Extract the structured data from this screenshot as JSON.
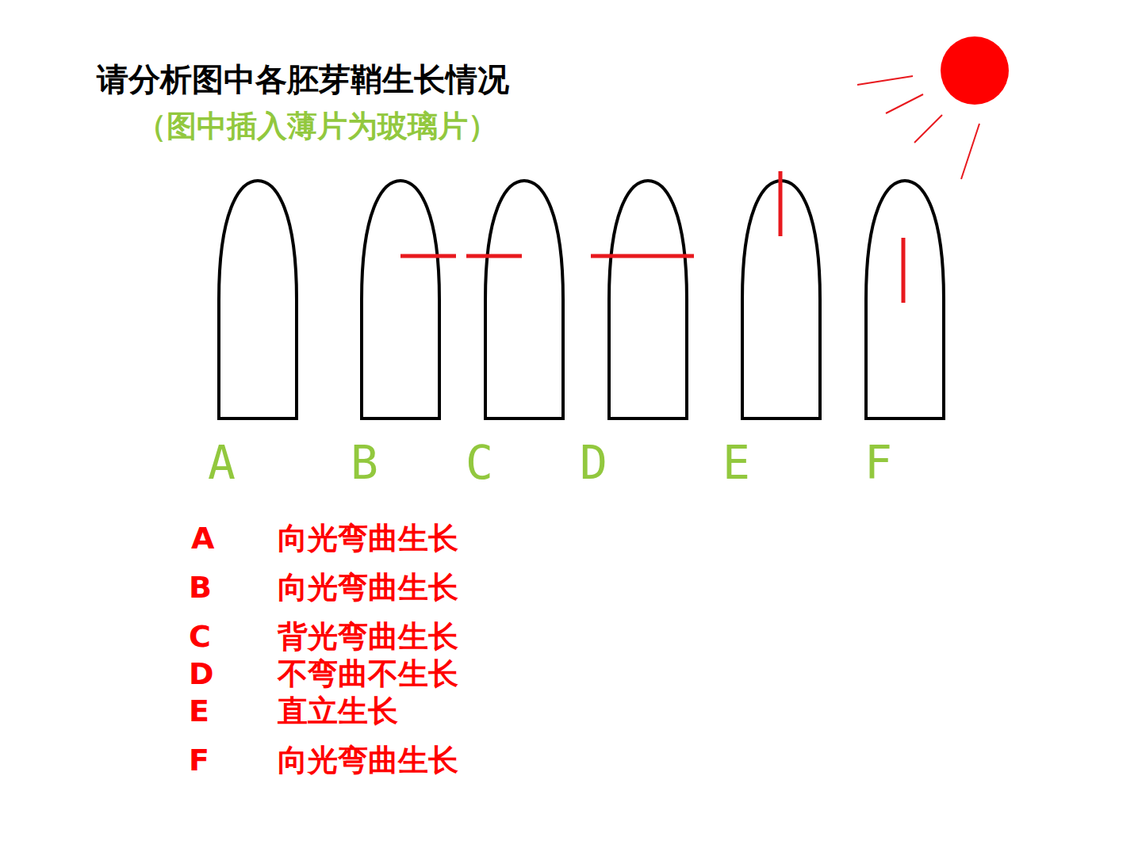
{
  "diagram": {
    "title": "请分析图中各胚芽鞘生长情况",
    "labels": [
      "（图中插入薄片为玻璃片）",
      "A",
      "B",
      "C",
      "D",
      "E",
      "F",
      "A",
      "向光弯曲生长",
      "B",
      "向光弯曲生长",
      "C",
      "背光弯曲生长",
      "D",
      "不弯曲不生长",
      "E",
      "直立生长",
      "F",
      "向光弯曲生长"
    ]
  }
}
